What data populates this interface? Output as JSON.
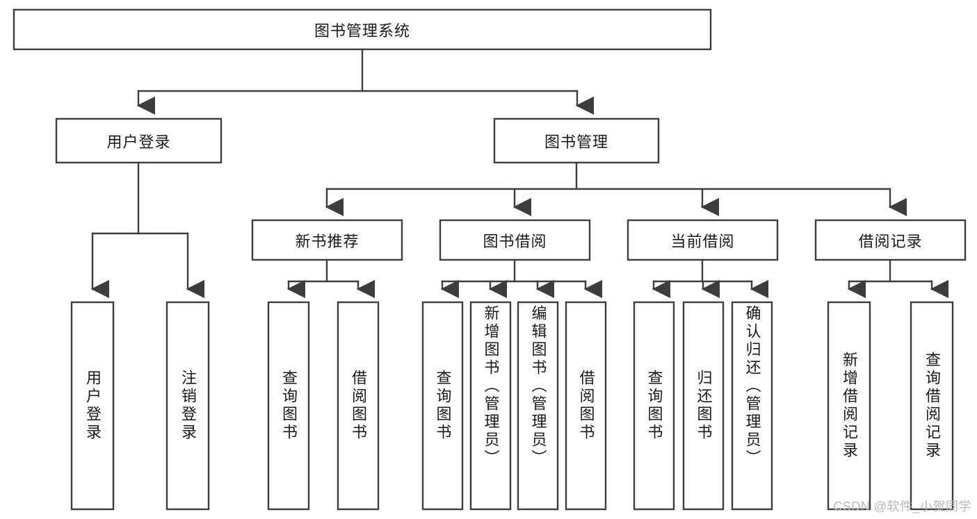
{
  "diagram": {
    "type": "tree",
    "title": "图书管理系统",
    "watermark": "CSDN @软件_小贺同学",
    "colors": {
      "box_stroke": "#3d3d3d",
      "box_fill": "#ffffff",
      "text": "#1a1a1a",
      "watermark": "#b8b8b8",
      "background": "#ffffff"
    },
    "nodes": {
      "root": {
        "label": "图书管理系统"
      },
      "level1": [
        {
          "label": "用户登录"
        },
        {
          "label": "图书管理"
        }
      ],
      "level2": [
        {
          "label": "新书推荐"
        },
        {
          "label": "图书借阅"
        },
        {
          "label": "当前借阅"
        },
        {
          "label": "借阅记录"
        }
      ],
      "leaves": {
        "user_login": [
          {
            "label": "用户登录"
          },
          {
            "label": "注销登录"
          }
        ],
        "new_book_recommend": [
          {
            "label": "查询图书"
          },
          {
            "label": "借阅图书"
          }
        ],
        "book_borrow": [
          {
            "label": "查询图书"
          },
          {
            "label": "新增图书（管理员）"
          },
          {
            "label": "编辑图书（管理员）"
          },
          {
            "label": "借阅图书"
          }
        ],
        "current_borrow": [
          {
            "label": "查询图书"
          },
          {
            "label": "归还图书"
          },
          {
            "label": "确认归还（管理员）"
          }
        ],
        "borrow_record": [
          {
            "label": "新增借阅记录"
          },
          {
            "label": "查询借阅记录"
          }
        ]
      }
    }
  }
}
